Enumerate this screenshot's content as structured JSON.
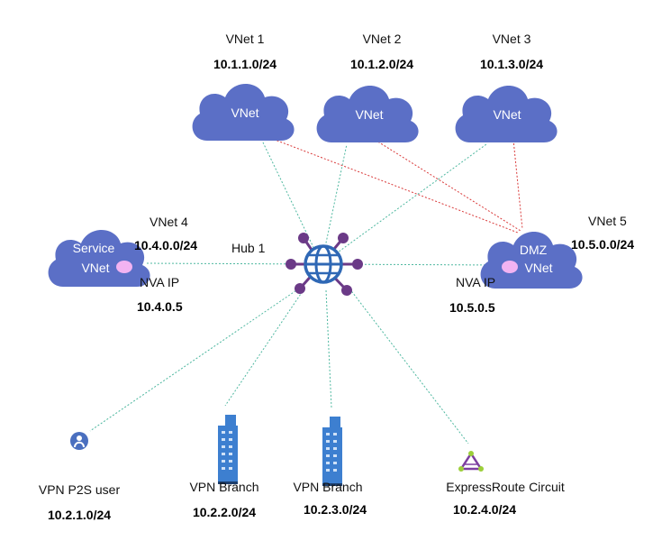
{
  "colors": {
    "cloud": "#5b6fc6",
    "hub": "#2f68b5",
    "hub_node": "#6b3a87",
    "nva_dot": "#f2b3f2",
    "line_green": "#4fb8a0",
    "line_red": "#d93a3a",
    "building": "#3d7fd0",
    "expressroute": "#7c3fa0",
    "user_icon": "#4a6fbf"
  },
  "vnets": [
    {
      "name": "VNet 1",
      "cidr": "10.1.1.0/24",
      "cloud_text": "VNet"
    },
    {
      "name": "VNet 2",
      "cidr": "10.1.2.0/24",
      "cloud_text": "VNet"
    },
    {
      "name": "VNet 3",
      "cidr": "10.1.3.0/24",
      "cloud_text": "VNet"
    },
    {
      "name": "VNet 4",
      "cidr": "10.4.0.0/24",
      "cloud_line1": "Service",
      "cloud_line2": "VNet",
      "nva_label": "NVA IP",
      "nva_ip": "10.4.0.5"
    },
    {
      "name": "VNet 5",
      "cidr": "10.5.0.0/24",
      "cloud_line1": "DMZ",
      "cloud_line2": "VNet",
      "nva_label": "NVA IP",
      "nva_ip": "10.5.0.5"
    }
  ],
  "hub": {
    "label": "Hub 1",
    "icon": "globe-icon"
  },
  "endpoints": [
    {
      "label": "VPN P2S user",
      "cidr": "10.2.1.0/24",
      "icon": "user-icon"
    },
    {
      "label": "VPN Branch",
      "cidr": "10.2.2.0/24",
      "icon": "building-icon"
    },
    {
      "label": "VPN Branch",
      "cidr": "10.2.3.0/24",
      "icon": "building-icon"
    },
    {
      "label": "ExpressRoute Circuit",
      "cidr": "10.2.4.0/24",
      "icon": "expressroute-icon"
    }
  ]
}
